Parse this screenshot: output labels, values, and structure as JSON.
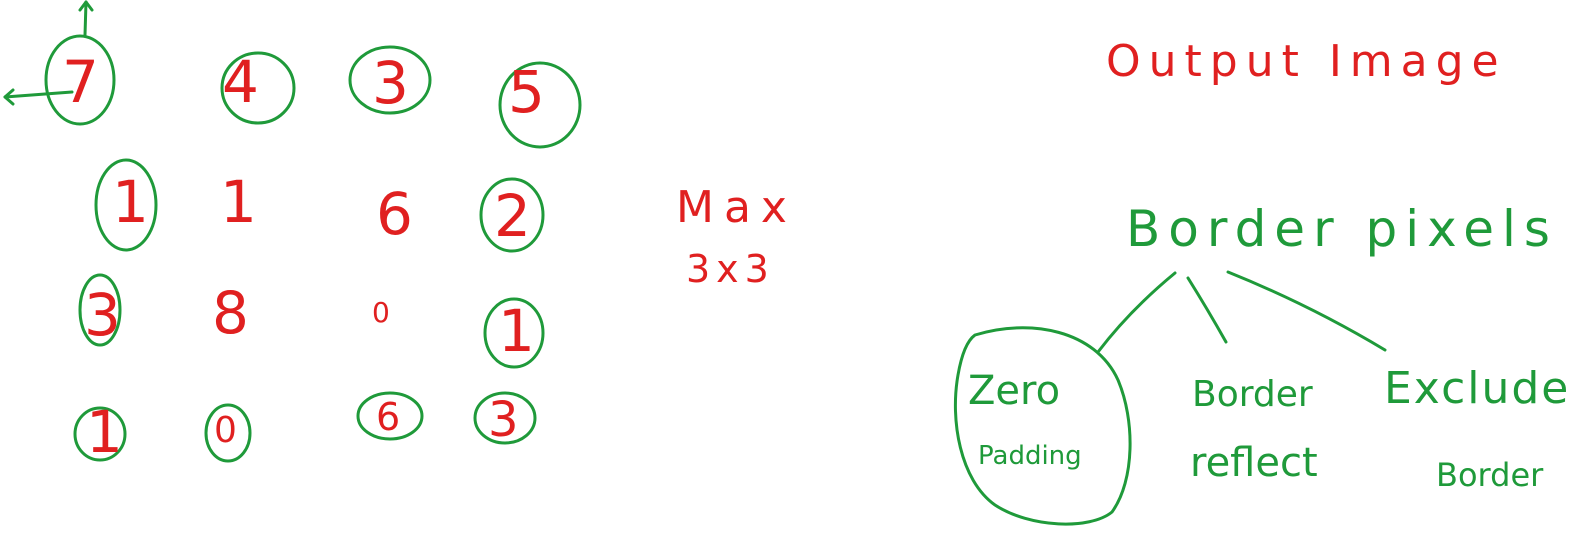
{
  "colors": {
    "red_ink": "#e02020",
    "green_ink": "#1f9a3a",
    "background": "#ffffff"
  },
  "matrix": {
    "rows": [
      [
        "7",
        "4",
        "3",
        "5"
      ],
      [
        "1",
        "1",
        "6",
        "2"
      ],
      [
        "3",
        "8",
        "0",
        "1"
      ],
      [
        "1",
        "0",
        "6",
        "3"
      ]
    ],
    "circled": [
      [
        true,
        true,
        true,
        true
      ],
      [
        true,
        false,
        false,
        true
      ],
      [
        true,
        false,
        false,
        true
      ],
      [
        true,
        true,
        true,
        true
      ]
    ]
  },
  "filter": {
    "op": "Max",
    "size": "3x3"
  },
  "output_label": "Output Image",
  "tree": {
    "root": "Border pixels",
    "children": [
      {
        "line1": "Zero",
        "line2": "Padding",
        "circled": true
      },
      {
        "line1": "Border",
        "line2": "reflect",
        "circled": false
      },
      {
        "line1": "Exclude",
        "line2": "Border",
        "circled": false
      }
    ]
  }
}
